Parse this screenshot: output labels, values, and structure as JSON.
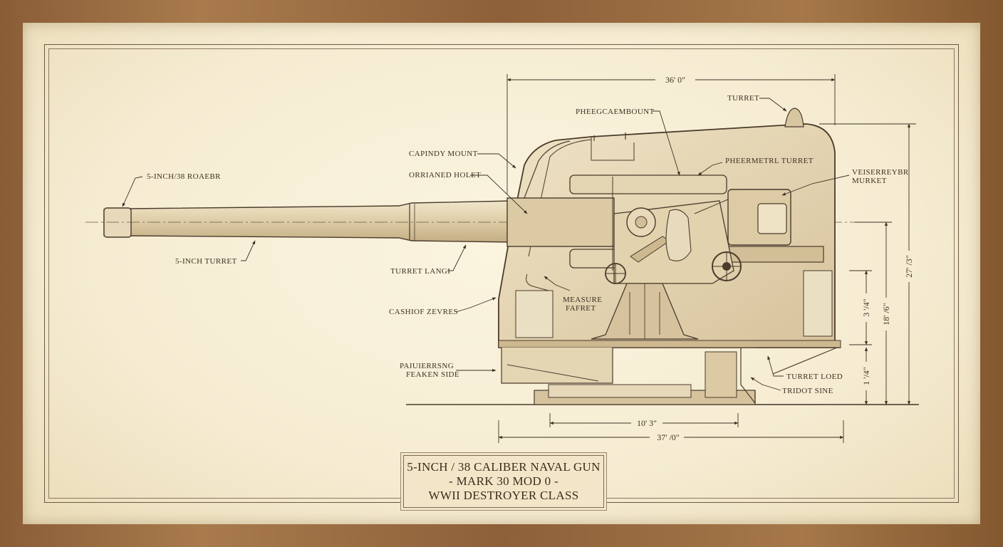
{
  "title": {
    "line1": "5-INCH / 38 CALIBER NAVAL GUN",
    "line2": "- MARK 30 MOD 0 -",
    "line3": "WWII DESTROYER CLASS"
  },
  "labels": {
    "barrel_tip": "5-INCH/38 ROAEBR",
    "barrel": "5-INCH TURRET",
    "capindy_mount": "CAPINDY MOUNT",
    "orrianed_holet": "ORRIANED HOLET",
    "turret_langi": "TURRET LANGI",
    "cashiof_zevres": "CASHIOF ZEVRES",
    "paiuierrsng_line1": "PAIUIERRSNG",
    "paiuierrsng_line2": "FEAKEN SIDE",
    "pheegcael_mount": "PHEEGCAEMBOUNT",
    "turret_top": "TURRET",
    "pheermetrl_turret": "PHEERMETRL TURRET",
    "veserreybr_line1": "VEISERREYBR",
    "veserreybr_line2": "MURKET",
    "measure_line1": "MEASURE",
    "measure_line2": "FAFRET",
    "turret_loed": "TURRET LOED",
    "trdot_sine": "TRIDOT SINE"
  },
  "dimensions": {
    "top_width": "36' 0\"",
    "base_inner": "10' 3\"",
    "base_total": "37' /0\"",
    "height_total": "27' /3\"",
    "height_mid": "18' /6\"",
    "height_upper": "3 '/4\"",
    "height_lower": "1 '/4\""
  },
  "colors": {
    "ink": "#3e3124",
    "paper": "#f5ecd2",
    "wash": "#d9c7a3",
    "frame": "#8a5d37"
  }
}
